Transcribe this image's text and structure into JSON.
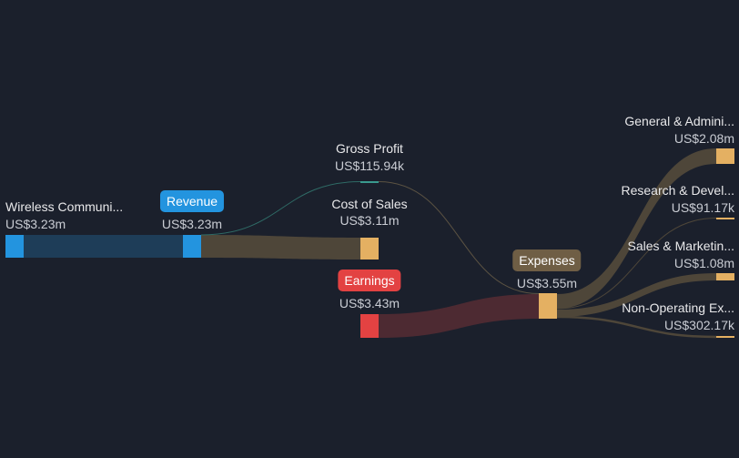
{
  "nodes": {
    "source": {
      "label": "Wireless Communi...",
      "value": "US$3.23m"
    },
    "revenue": {
      "label": "Revenue",
      "value": "US$3.23m"
    },
    "gross_profit": {
      "label": "Gross Profit",
      "value": "US$115.94k"
    },
    "cost_of_sales": {
      "label": "Cost of Sales",
      "value": "US$3.11m"
    },
    "earnings": {
      "label": "Earnings",
      "value": "US$3.43m"
    },
    "expenses": {
      "label": "Expenses",
      "value": "US$3.55m"
    },
    "general_admin": {
      "label": "General & Admini...",
      "value": "US$2.08m"
    },
    "research_dev": {
      "label": "Research & Devel...",
      "value": "US$91.17k"
    },
    "sales_marketing": {
      "label": "Sales & Marketin...",
      "value": "US$1.08m"
    },
    "non_operating": {
      "label": "Non-Operating Ex...",
      "value": "US$302.17k"
    }
  },
  "colors": {
    "revenue": "#2394df",
    "cost": "#e4b062",
    "earnings": "#e34242",
    "profit": "#3a9a8e",
    "expenses_badge": "#6f5e45"
  }
}
